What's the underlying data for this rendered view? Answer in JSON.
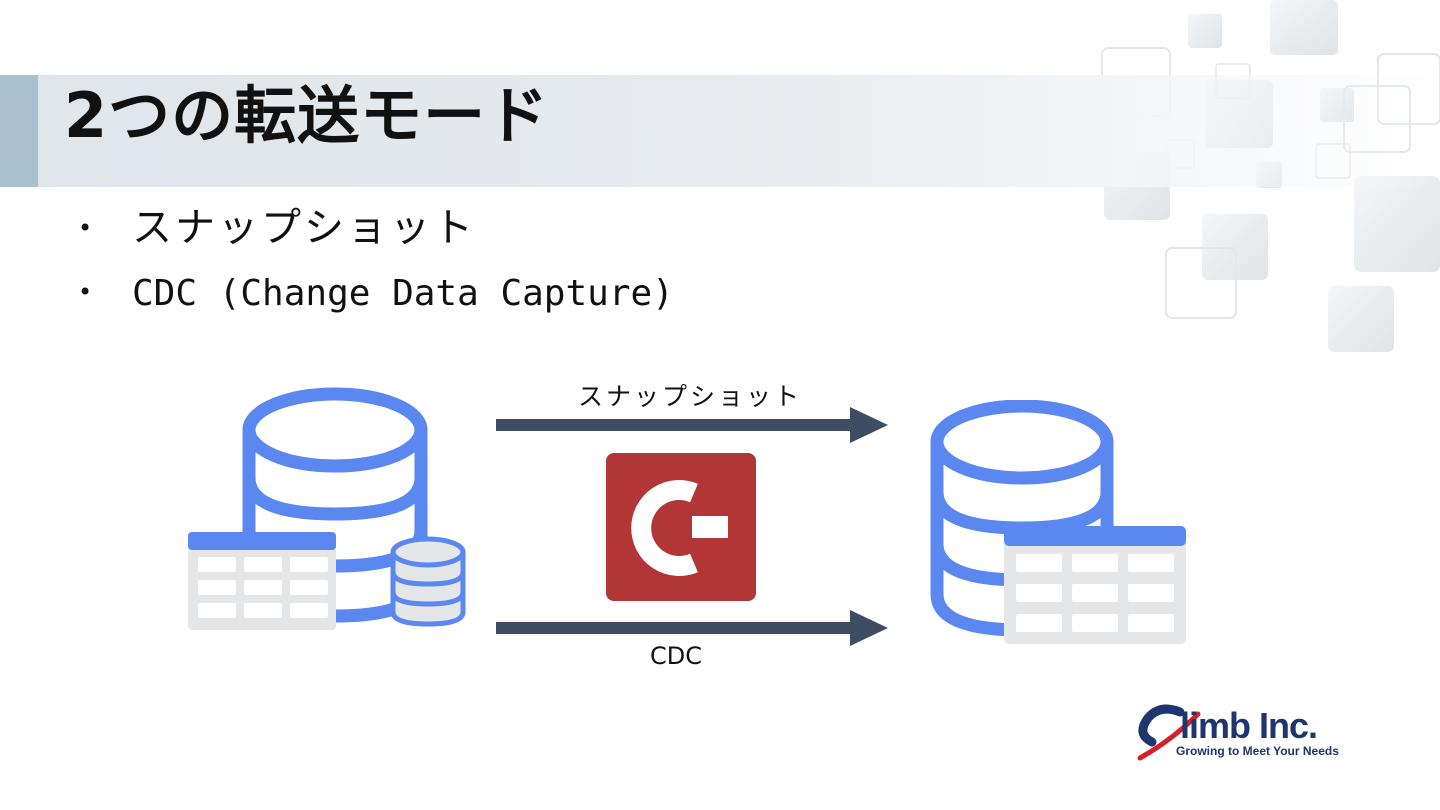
{
  "slide": {
    "title": "2つの転送モード",
    "bullets": [
      "スナップショット",
      "CDC (Change Data Capture)"
    ],
    "bullet_marker": "•"
  },
  "diagram": {
    "top_arrow_label": "スナップショット",
    "bottom_arrow_label": "CDC",
    "center_logo_icon": "c-logo-icon",
    "source_icon": "database-with-table-icon",
    "target_icon": "database-with-table-icon"
  },
  "colors": {
    "db_blue": "#5b87f0",
    "arrow": "#3e4d64",
    "logo_red": "#b23636",
    "title_accent": "#a7c1ce",
    "brand_navy": "#1e3670",
    "brand_red": "#d4202a"
  },
  "logo": {
    "name": "Climb Inc.",
    "tagline": "Growing to Meet Your Needs"
  }
}
